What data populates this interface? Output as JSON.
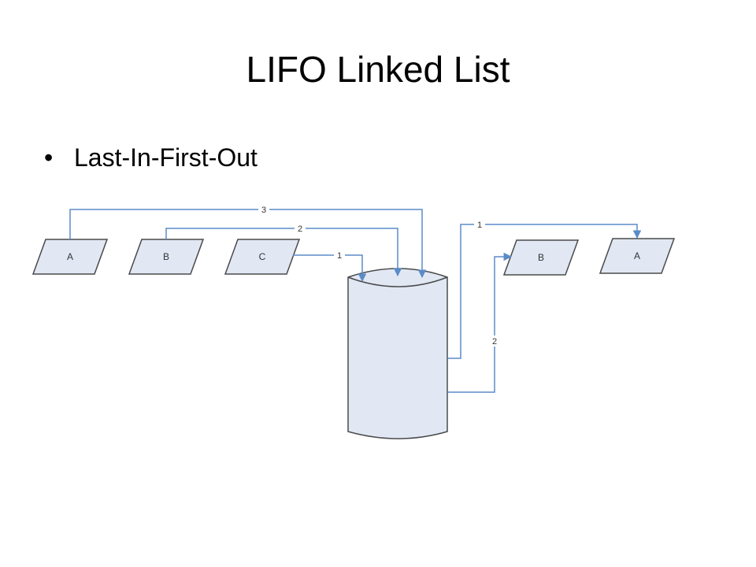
{
  "title": "LIFO Linked List",
  "bullets": [
    {
      "marker": "•",
      "text": "Last-In-First-Out"
    }
  ],
  "diagram": {
    "colors": {
      "shape_fill": "#e1e8f4",
      "stroke": "#4a4a4a",
      "edge": "#5b8bc8"
    },
    "input_items": [
      "A",
      "B",
      "C"
    ],
    "output_items": [
      "B",
      "A"
    ],
    "edge_labels": {
      "push_a": "3",
      "push_b": "2",
      "push_c": "1",
      "pop_top": "1",
      "pop_bottom": "2"
    }
  }
}
